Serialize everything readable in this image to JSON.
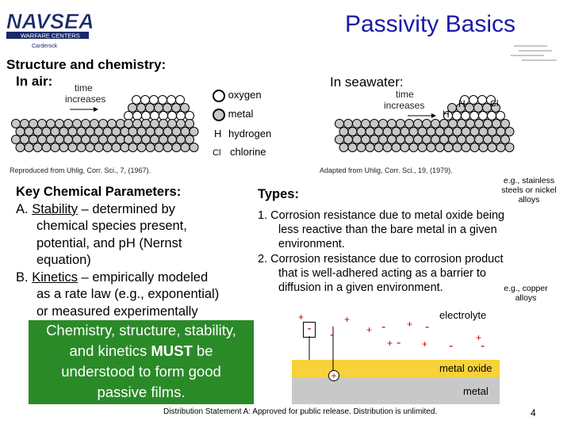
{
  "header": {
    "logo_text": "NAVSEA",
    "logo_sub1": "WARFARE CENTERS",
    "logo_sub2": "Carderock",
    "title": "Passivity Basics"
  },
  "structure": {
    "heading": "Structure and chemistry:",
    "in_air": "In air:",
    "time_increases_1": "time",
    "time_increases_2": "increases",
    "in_seawater": "In seawater:",
    "ref_left": "Reproduced from Uhlig, Corr. Sci., 7, (1967).",
    "ref_right": "Adapted from Uhlig, Corr. Sci., 19, (1979)."
  },
  "legend": {
    "oxygen": "oxygen",
    "metal": "metal",
    "hydrogen_symbol": "H",
    "hydrogen": "hydrogen",
    "chlorine_symbol": "Cl",
    "chlorine": "chlorine"
  },
  "seawater_labels": {
    "h1": "H",
    "h2": "H",
    "cl": "Cl"
  },
  "key_params": {
    "heading": "Key Chemical Parameters:",
    "a_prefix": "A. ",
    "a_term": "Stability",
    "a_line1_rest": " – determined by",
    "a_line2": "chemical species present,",
    "a_line3": "potential, and pH (Nernst",
    "a_line4": "equation)",
    "b_prefix": "B. ",
    "b_term": "Kinetics",
    "b_line1_rest": " – empirically modeled",
    "b_line2": "as a rate law (e.g., exponential)",
    "b_line3": "or measured experimentally"
  },
  "callout": {
    "line1": "Chemistry, structure, stability,",
    "line2_pre": "and kinetics ",
    "line2_bold": "MUST",
    "line2_post": " be",
    "line3": "understood to form good",
    "line4": "passive films."
  },
  "types": {
    "heading": "Types:",
    "note1_l1": "e.g., stainless",
    "note1_l2": "steels or nickel",
    "note1_l3": "alloys",
    "item1_l1": "1.  Corrosion resistance due to metal oxide being",
    "item1_l2": "less reactive than the bare metal in a given",
    "item1_l3": "environment.",
    "item2_l1": "2.  Corrosion resistance due to corrosion product",
    "item2_l2": "that is well-adhered acting as a barrier to",
    "item2_l3": "diffusion in a given environment.",
    "note2_l1": "e.g., copper",
    "note2_l2": "alloys"
  },
  "layers": {
    "electrolyte": "electrolyte",
    "metal_oxide": "metal oxide",
    "metal": "metal",
    "plus": "+",
    "minus": "-"
  },
  "footer": {
    "distribution": "Distribution Statement A: Approved for public release. Distribution is unlimited.",
    "page": "4"
  },
  "colors": {
    "title": "#1a1aa6",
    "callout_bg": "#2a8a28",
    "oxide_yellow": "#f7d23a",
    "metal_gray": "#c8c8c8",
    "atom_gray": "#c8c8c8"
  }
}
